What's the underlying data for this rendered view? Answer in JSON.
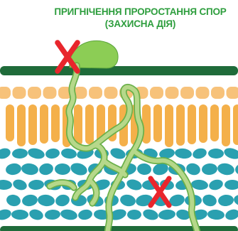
{
  "title": {
    "line1": "ПРИГНІЧЕННЯ ПРОРОСТАННЯ СПОР",
    "line2": "(ЗАХИСНА ДІЯ)"
  },
  "colors": {
    "title": "#2e9e3e",
    "cuticle": "#1f6b3a",
    "spore": "#8ccd55",
    "hypha": "#b6d88a",
    "epidermis": "#f7c27a",
    "palisade": "#f4b04a",
    "mesophyll": "#2aa0b0",
    "block_mark": "#e8262c"
  },
  "icons": [
    "spore",
    "hypha",
    "block-x-mark"
  ]
}
